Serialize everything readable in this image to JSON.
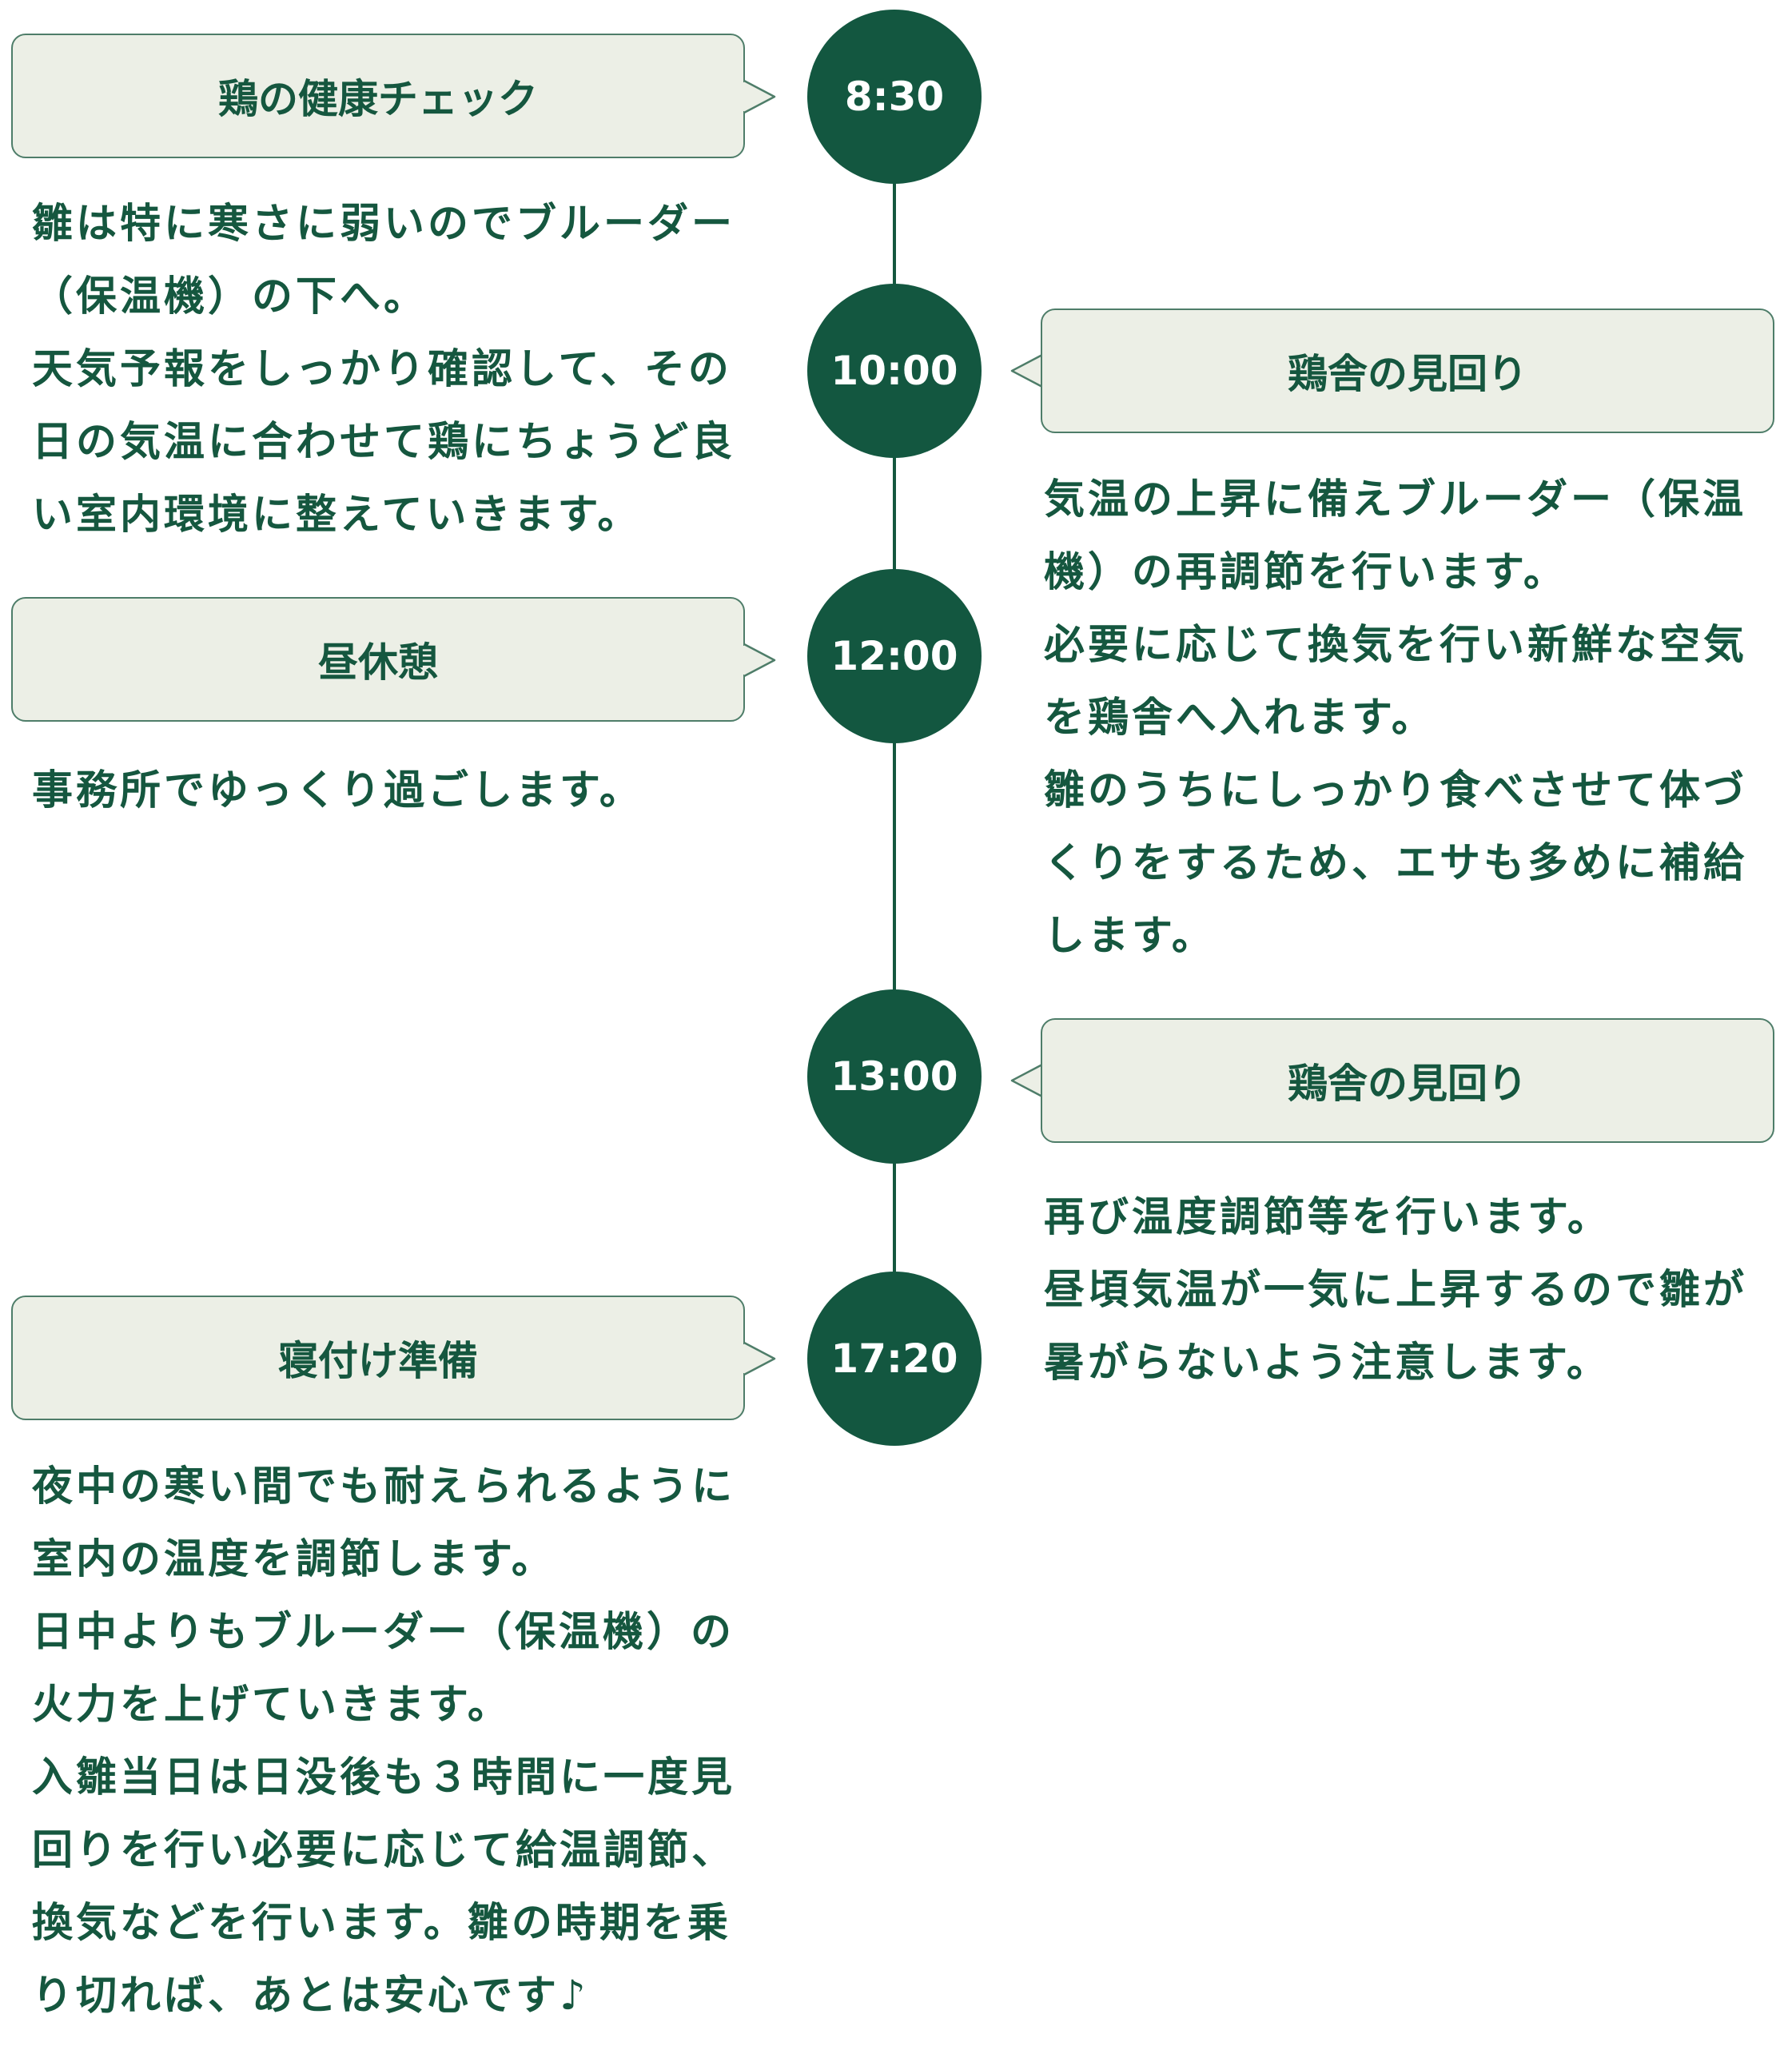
{
  "colors": {
    "accent": "#135740",
    "bubble_bg": "#ecefe6",
    "bubble_border": "#4e7d69",
    "text": "#15573f"
  },
  "timeline": [
    {
      "time": "8:30",
      "title": "鶏の健康チェック",
      "lines": [
        "雛は特に寒さに弱いのでブルーダー",
        "（保温機）の下へ。",
        "天気予報をしっかり確認して、その",
        "日の気温に合わせて鶏にちょうど良",
        "い室内環境に整えていきます。"
      ]
    },
    {
      "time": "10:00",
      "title": "鶏舎の見回り",
      "lines": [
        "気温の上昇に備えブルーダー（保温",
        "機）の再調節を行います。",
        "必要に応じて換気を行い新鮮な空気",
        "を鶏舎へ入れます。",
        "雛のうちにしっかり食べさせて体づ",
        "くりをするため、エサも多めに補給",
        "します。"
      ]
    },
    {
      "time": "12:00",
      "title": "昼休憩",
      "lines": [
        "事務所でゆっくり過ごします。"
      ]
    },
    {
      "time": "13:00",
      "title": "鶏舎の見回り",
      "lines": [
        "再び温度調節等を行います。",
        "昼頃気温が一気に上昇するので雛が",
        "暑がらないよう注意します。"
      ]
    },
    {
      "time": "17:20",
      "title": "寝付け準備",
      "lines": [
        "夜中の寒い間でも耐えられるように",
        "室内の温度を調節します。",
        "日中よりもブルーダー（保温機）の",
        "火力を上げていきます。",
        "入雛当日は日没後も３時間に一度見",
        "回りを行い必要に応じて給温調節、",
        "換気などを行います。雛の時期を乗",
        "り切れば、あとは安心です♪"
      ]
    }
  ]
}
